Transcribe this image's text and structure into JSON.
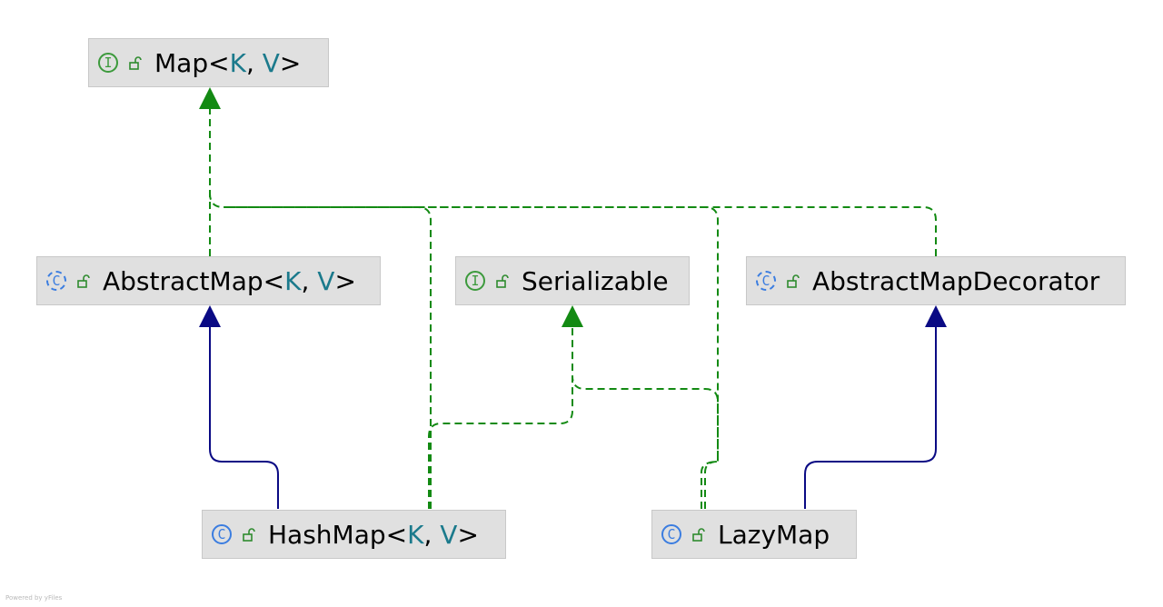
{
  "nodes": {
    "map": {
      "kind": "interface",
      "badge": "I",
      "name": "Map<",
      "tp1": "K",
      "sep": ", ",
      "tp2": "V",
      "close": ">"
    },
    "abstract_map": {
      "kind": "abstract",
      "badge": "C",
      "name": "AbstractMap<",
      "tp1": "K",
      "sep": ", ",
      "tp2": "V",
      "close": ">"
    },
    "serializable": {
      "kind": "interface",
      "badge": "I",
      "name": "Serializable"
    },
    "abstract_map_decorator": {
      "kind": "abstract",
      "badge": "C",
      "name": "AbstractMapDecorator"
    },
    "hash_map": {
      "kind": "class",
      "badge": "C",
      "name": "HashMap<",
      "tp1": "K",
      "sep": ", ",
      "tp2": "V",
      "close": ">"
    },
    "lazy_map": {
      "kind": "class",
      "badge": "C",
      "name": "LazyMap"
    }
  },
  "edges": [
    {
      "from": "abstract_map",
      "to": "map",
      "type": "implements"
    },
    {
      "from": "hash_map",
      "to": "map",
      "type": "implements"
    },
    {
      "from": "lazy_map",
      "to": "map",
      "type": "implements"
    },
    {
      "from": "abstract_map_decorator",
      "to": "map",
      "type": "implements"
    },
    {
      "from": "hash_map",
      "to": "serializable",
      "type": "implements"
    },
    {
      "from": "lazy_map",
      "to": "serializable",
      "type": "implements"
    },
    {
      "from": "hash_map",
      "to": "abstract_map",
      "type": "extends"
    },
    {
      "from": "lazy_map",
      "to": "abstract_map_decorator",
      "type": "extends"
    }
  ],
  "colors": {
    "implements": "#138a13",
    "extends": "#0a0a84",
    "type_param": "#1b7a8c"
  },
  "footer": "Powered by yFiles"
}
